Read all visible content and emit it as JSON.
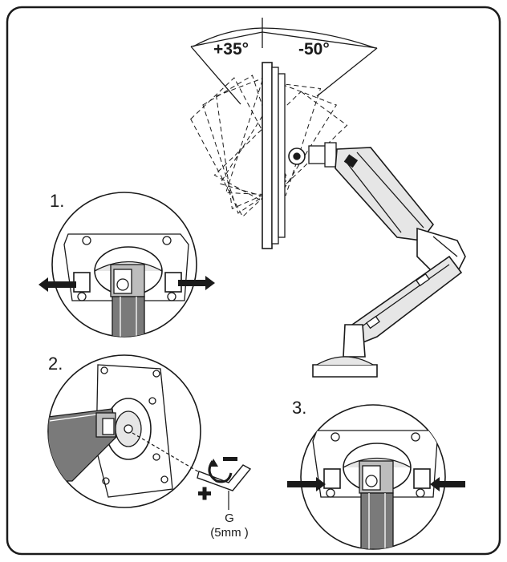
{
  "angles": {
    "up": "+35°",
    "down": "-50°"
  },
  "steps": {
    "one": "1.",
    "two": "2.",
    "three": "3."
  },
  "tool": {
    "letter": "G",
    "size": "(5mm )"
  },
  "colors": {
    "line": "#1a1a1a",
    "fill_light": "#e6e6e6",
    "fill_mid": "#bdbdbd",
    "fill_dark": "#7a7a7a"
  },
  "icons": [
    "plus-icon",
    "minus-icon",
    "rotate-arrow-icon",
    "arrow-left-icon",
    "arrow-right-icon",
    "allen-key-icon"
  ]
}
